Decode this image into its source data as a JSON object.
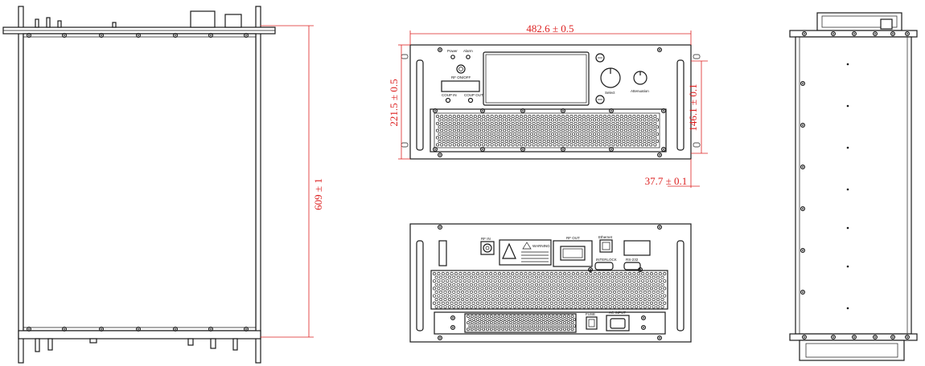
{
  "dimensions": {
    "width": "482.6 ± 0.5",
    "height": "221.5 ± 0.5",
    "panel_height": "146.1 ± 0.1",
    "handle_depth": "37.7 ± 0.1",
    "depth": "609 ± 1"
  },
  "front_panel": {
    "power": "Power",
    "alarm": "Alarm",
    "rf_switch": "RF ON/OFF",
    "coup_in": "COUP IN",
    "coup_out": "COUP OUT",
    "select": "Select",
    "attenuation": "Attenuation"
  },
  "rear_panel": {
    "rf_in": "RF IN",
    "rf_out": "RF OUT",
    "warning": "WARNING",
    "ethernet": "Ethernet",
    "interlock": "INTERLOCK",
    "rs232": "RS-232",
    "power_in": "AC INPUT",
    "fuse": "FUSE"
  },
  "colors": {
    "outline": "#1a1a1a",
    "dimension": "#dd2222"
  }
}
